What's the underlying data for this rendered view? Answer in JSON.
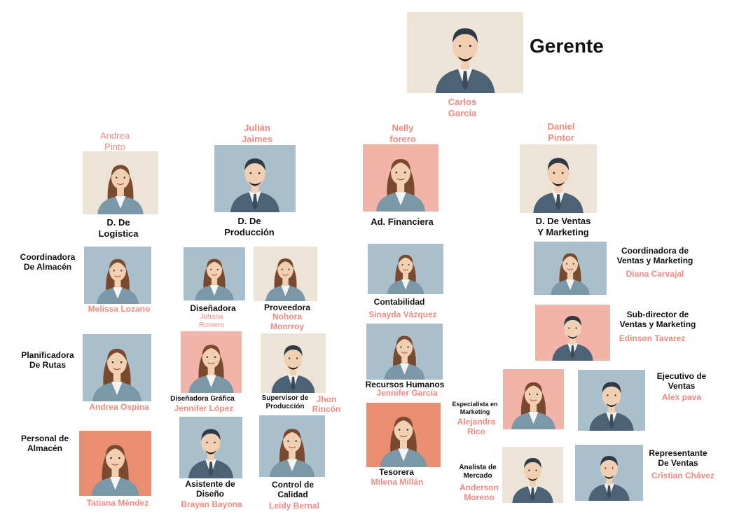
{
  "colors": {
    "name_text": "#f08a80",
    "role_text": "#111111",
    "bg_beige": "#ece4d6",
    "bg_blue": "#a9c0cc",
    "bg_pink": "#f2b4a8",
    "bg_coral": "#ea8e72",
    "suit": "#4c6277",
    "skin": "#f1cfb3",
    "skin_dark": "#8a5a3c"
  },
  "manager": {
    "title": "Gerente",
    "name_line1": "Carlos",
    "name_line2": "García"
  },
  "directors": {
    "logistics": {
      "name_line1": "Andrea",
      "name_line2": "Pinto",
      "role_line1": "D. De",
      "role_line2": "Logística"
    },
    "production": {
      "name_line1": "Julián",
      "name_line2": "Jaimes",
      "role_line1": "D. De",
      "role_line2": "Producción"
    },
    "finance": {
      "name_line1": "Nelly",
      "name_line2": "forero",
      "role": "Ad. Financiera"
    },
    "sales": {
      "name_line1": "Daniel",
      "name_line2": "Pintor",
      "role_line1": "D. De Ventas",
      "role_line2": "Y Marketing"
    }
  },
  "logistics_team": [
    {
      "role_line1": "Coordinadora",
      "role_line2": "De Almacén",
      "name": "Melissa Lozano"
    },
    {
      "role_line1": "Planificadora",
      "role_line2": "De Rutas",
      "name": "Andrea Ospina"
    },
    {
      "role_line1": "Personal de",
      "role_line2": "Almacén",
      "name": "Tatiana Méndez"
    }
  ],
  "production_team": {
    "designer": {
      "role": "Diseñadora",
      "name_line1": "Johana",
      "name_line2": "Romero"
    },
    "supplier": {
      "role": "Proveedora",
      "name_line1": "Nohora",
      "name_line2": "Monrroy"
    },
    "graphic_designer": {
      "role": "Diseñadora Gráfica",
      "name": "Jennifer López"
    },
    "production_supervisor": {
      "role_line1": "Supervisor de",
      "role_line2": "Producción",
      "name_line1": "Jhon",
      "name_line2": "Rincón"
    },
    "design_assistant": {
      "role_line1": "Asistente de",
      "role_line2": "Diseño",
      "name": "Brayan Bayona"
    },
    "quality_control": {
      "role_line1": "Control de",
      "role_line2": "Calidad",
      "name": "Leidy Bernal"
    }
  },
  "finance_team": [
    {
      "role": "Contabilidad",
      "name": "Sinayda Vázquez"
    },
    {
      "role": "Recursos Humanos",
      "name": "Jennifer García"
    },
    {
      "role": "Tesorera",
      "name": "Milena Millán"
    }
  ],
  "sales_team": {
    "coordinator": {
      "role_line1": "Coordinadora de",
      "role_line2": "Ventas y Marketing",
      "name": "Diana Carvajal"
    },
    "sub_director": {
      "role_line1": "Sub-director de",
      "role_line2": "Ventas y Marketing",
      "name": "Edinson Tavarez"
    },
    "executive": {
      "role_line1": "Ejecutivo de",
      "role_line2": "Ventas",
      "name": "Alex pava"
    },
    "marketing_specialist": {
      "role_line1": "Especialista en",
      "role_line2": "Marketing",
      "name_line1": "Alejandra",
      "name_line2": "Rico"
    },
    "representative": {
      "role_line1": "Representante",
      "role_line2": "De Ventas",
      "name": "Cristian Chávez"
    },
    "market_analyst": {
      "role_line1": "Analista de",
      "role_line2": "Mercado",
      "name_line1": "Anderson",
      "name_line2": "Moreno"
    }
  }
}
